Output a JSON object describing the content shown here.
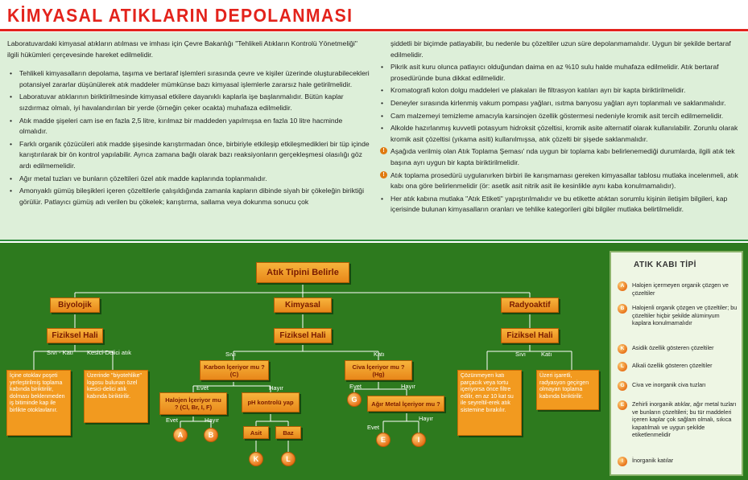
{
  "title": "KİMYASAL ATIKLARIN DEPOLANMASI",
  "left_column": {
    "intro": "Laboratuvardaki kimyasal atıkların atılması ve imhası için Çevre Bakanlığı \"Tehlikeli Atıkların Kontrolü Yönetmeliği\" ilgili hükümleri çerçevesinde hareket edilmelidir.",
    "items": [
      "Tehlikeli kimyasalların depolama, taşıma ve bertaraf işlemleri sırasında çevre ve kişiler üzerinde oluşturabilecekleri potansiyel zararlar düşünülerek atık maddeler mümkünse bazı kimyasal işlemlerle zararsız hale getirilmelidir.",
      "Laboratuvar atıklarının biriktirilmesinde kimyasal etkilere dayanıklı kaplarla işe başlanmalıdır. Bütün kaplar sızdırmaz olmalı, iyi havalandırılan bir yerde (örneğin çeker ocakta) muhafaza edilmelidir.",
      "Atık madde şişeleri cam ise en fazla 2,5 litre, kırılmaz bir maddeden yapılmışsa en fazla 10 litre hacminde olmalıdır.",
      "Farklı organik çözücüleri atık madde şişesinde karıştırmadan önce, birbiriyle etkileşip etkileşmedikleri bir tüp içinde karıştırılarak bir ön kontrol yapılabilir. Ayrıca zamana bağlı olarak bazı reaksiyonların gerçekleşmesi olasılığı göz ardı edilmemelidir.",
      "Ağır metal tuzları ve bunların çözeltileri özel atık madde kaplarında toplanmalıdır.",
      "Amonyaklı gümüş bileşikleri içeren çözeltilerle çalışıldığında zamanla kapların dibinde siyah bir çökeleğin biriktiği görülür. Patlayıcı gümüş adı verilen bu çökelek; karıştırma, sallama veya dokunma sonucu çok"
    ]
  },
  "right_column": {
    "continuation": "şiddetli bir biçimde patlayabilir, bu nedenle bu çözeltiler uzun süre depolanmamalıdır. Uygun bir şekilde bertaraf edilmelidir.",
    "items": [
      {
        "text": "Pikrik asit kuru olunca patlayıcı olduğundan daima en az %10 sulu  halde muhafaza edilmelidir. Atık bertaraf prosedüründe buna dikkat edilmelidir.",
        "warn": false
      },
      {
        "text": "Kromatografi kolon dolgu maddeleri ve plakaları ile filtrasyon katıları ayrı bir kapta biriktirilmelidir.",
        "warn": false
      },
      {
        "text": "Deneyler sırasında kirlenmiş vakum pompası yağları, ısıtma banyosu yağları ayrı toplanmalı ve saklanmalıdır.",
        "warn": false
      },
      {
        "text": "Cam malzemeyi temizleme amacıyla karsinojen özellik göstermesi nedeniyle kromik asit tercih edilmemelidir.",
        "warn": false
      },
      {
        "text": "Alkolde hazırlanmış kuvvetli potasyum hidroksit çözeltisi, kromik asite alternatif olarak kullanılabilir. Zorunlu olarak kromik asit çözeltisi (yıkama asiti) kullanılmışsa, atık çözelti bir şişede saklanmalıdır.",
        "warn": false
      },
      {
        "text": "Aşağıda verilmiş olan Atık Toplama Şeması' nda uygun bir toplama kabı belirlenemediği durumlarda, ilgili atık tek başına ayrı uygun bir kapta biriktirilmelidir.",
        "warn": true
      },
      {
        "text": "Atık toplama prosedürü uygulanırken birbiri ile karışmaması gereken kimyasallar tablosu mutlaka incelenmeli, atık kabı ona göre belirlenmelidir (ör: asetik asit nitrik asit ile kesinlikle aynı kaba konulmamalıdır).",
        "warn": true
      },
      {
        "text": "Her atık kabına mutlaka \"Atık Etiketi\" yapıştırılmalıdır ve bu etikette atıktan sorumlu kişinin iletişim bilgileri, kap içerisinde bulunan kimyasalların oranları ve tehlike kategorileri gibi bilgiler mutlaka belirtilmelidir.",
        "warn": false
      }
    ]
  },
  "flow": {
    "root": "Atık Tipini Belirle",
    "biyolojik": "Biyolojik",
    "kimyasal": "Kimyasal",
    "radyoaktif": "Radyoaktif",
    "fiziksel_hali": "Fiziksel Hali",
    "sivi_kati": "Sıvı - Katı",
    "kesici_delici": "Kesici-Delici atık",
    "bio_desc1": "İçine otoklav poşeti yerleştirilmiş toplama kabında biriktirilir, dolması beklenmeden iş bitiminde kap ile birlikte otoklavlanır.",
    "bio_desc2": "Üzerinde \"biyotehlike\" logosu bulunan özel kesici-delici atık kabında biriktirilir.",
    "sivi": "Sıvı",
    "kati": "Katı",
    "karbon": "Karbon İçeriyor mu ? (C)",
    "civa": "Civa İçeriyor mu ? (Hg)",
    "evet": "Evet",
    "hayir": "Hayır",
    "halojen": "Halojen İçeriyor mu ? (Cl, Br, I, F)",
    "ph": "pH kontrolü yap",
    "agir_metal": "Ağır Metal İçeriyor mu ?",
    "asit": "Asit",
    "baz": "Baz",
    "rad_desc1": "Çözünmeyen katı parçacık veya tortu içeriyorsa önce filtre edilir, en az 10 kat su ile seyreltil-erek atık sistemine bırakılır.",
    "rad_desc2": "Üzeri işaretli, radyasyon geçirgen olmayan toplama kabında biriktirilir.",
    "circles": {
      "a": "A",
      "b": "B",
      "g": "G",
      "k": "K",
      "l": "L",
      "e": "E",
      "i": "I"
    }
  },
  "legend": {
    "title": "ATIK KABI TİPİ",
    "items": [
      {
        "code": "A",
        "text": "Halojen içermeyen organik çözgen ve çözeltiler"
      },
      {
        "code": "B",
        "text": "Halojenli organik çözgen ve çözeltiler; bu çözeltiler hiçbir şekilde alüminyum kaplara konulmamalıdır"
      },
      {
        "code": "K",
        "text": "Asidik özellik gösteren çözeltiler"
      },
      {
        "code": "L",
        "text": "Alkali özellik gösteren çözeltiler"
      },
      {
        "code": "G",
        "text": "Civa ve inorganik civa tuzları"
      },
      {
        "code": "E",
        "text": "Zehirli inorganik atıklar, ağır metal tuzları ve bunların çözeltileri; bu tür maddeleri içeren kaplar çok sağlam olmalı, sıkıca kapatılmalı ve uygun şekilde etiketlenmelidir"
      },
      {
        "code": "I",
        "text": "İnorganik katılar"
      }
    ]
  }
}
